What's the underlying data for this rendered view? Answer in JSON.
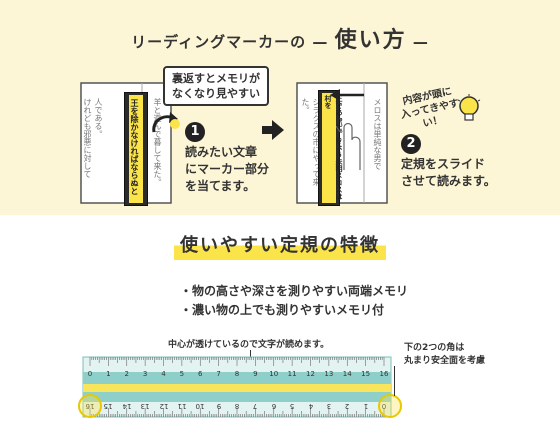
{
  "title": {
    "prefix": "リーディングマーカーの",
    "dash_left": "—",
    "main": "使い方",
    "dash_right": "—"
  },
  "step1": {
    "number": "1",
    "text": "読みたい文章\nにマーカー部分\nを当てます。",
    "bubble": "裏返すとメモリが\nなくなり見やすい",
    "marker_text": "王を除かなければならぬと",
    "page_left": "人である。\nけれども邪悪に対して",
    "page_right": "羊と遊んで暮して来た。"
  },
  "step2": {
    "number": "2",
    "text": "定規をスライド\nさせて読みます。",
    "callout": "内容が頭に\n入ってきやすい！",
    "marker_text": "王であった。きょう未明メロスは村を",
    "page_left": "シラクスの市にやって来た。",
    "page_right": "メロスは単純な男で"
  },
  "features": {
    "title": "使いやすい定規の特徴",
    "items": [
      "物の高さや深さを測りやすい両端メモリ",
      "濃い物の上でも測りやすいメモリ付"
    ]
  },
  "ruler": {
    "caption": "中心が透けているので文字が読めます。",
    "corner_note": "下の2つの角は\n丸まり安全面を考慮",
    "top_numbers": [
      "0",
      "1",
      "2",
      "3",
      "4",
      "5",
      "6",
      "7",
      "8",
      "9",
      "10",
      "11",
      "12",
      "13",
      "14",
      "15",
      "16"
    ],
    "bottom_numbers": [
      "16",
      "15",
      "14",
      "13",
      "12",
      "11",
      "10",
      "9",
      "8",
      "7",
      "6",
      "5",
      "4",
      "3",
      "2",
      "1",
      "0"
    ]
  },
  "colors": {
    "background": "#fdf6d6",
    "highlight": "#fbe34a",
    "ruler_teal": "#8ecfc9",
    "ink": "#333333"
  }
}
